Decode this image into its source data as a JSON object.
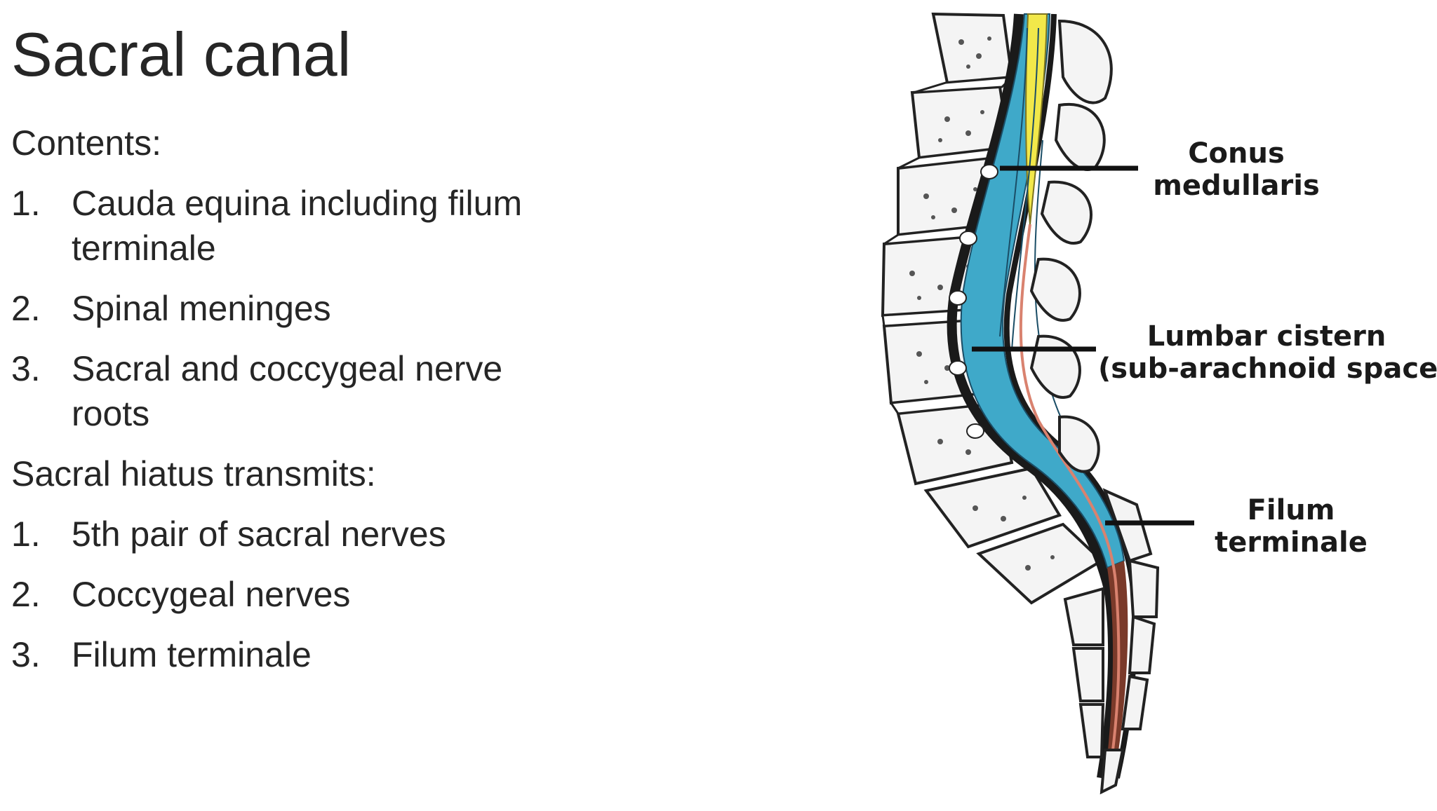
{
  "slide": {
    "title": "Sacral canal"
  },
  "contents": {
    "heading": "Contents:",
    "items": [
      {
        "num": "1.",
        "text": "Cauda equina including filum terminale"
      },
      {
        "num": "2.",
        "text": "Spinal meninges"
      },
      {
        "num": "3.",
        "text": "Sacral and coccygeal nerve roots"
      }
    ]
  },
  "hiatus": {
    "heading": "Sacral hiatus transmits:",
    "items": [
      {
        "num": "1.",
        "text": "5th pair of sacral nerves"
      },
      {
        "num": "2.",
        "text": "Coccygeal nerves"
      },
      {
        "num": "3.",
        "text": "Filum terminale"
      }
    ]
  },
  "figure": {
    "labels": {
      "conus_line1": "Conus",
      "conus_line2": "medullaris",
      "lumbar_line1": "Lumbar cistern",
      "lumbar_line2": "(sub-arachnoid space)",
      "filum_line1": "Filum",
      "filum_line2": "terminale"
    },
    "colors": {
      "spinal_cord": "#f2e84a",
      "csf": "#3fa9c9",
      "filum": "#d9826f",
      "bone_outline": "#222222",
      "leader_line": "#111111"
    }
  }
}
